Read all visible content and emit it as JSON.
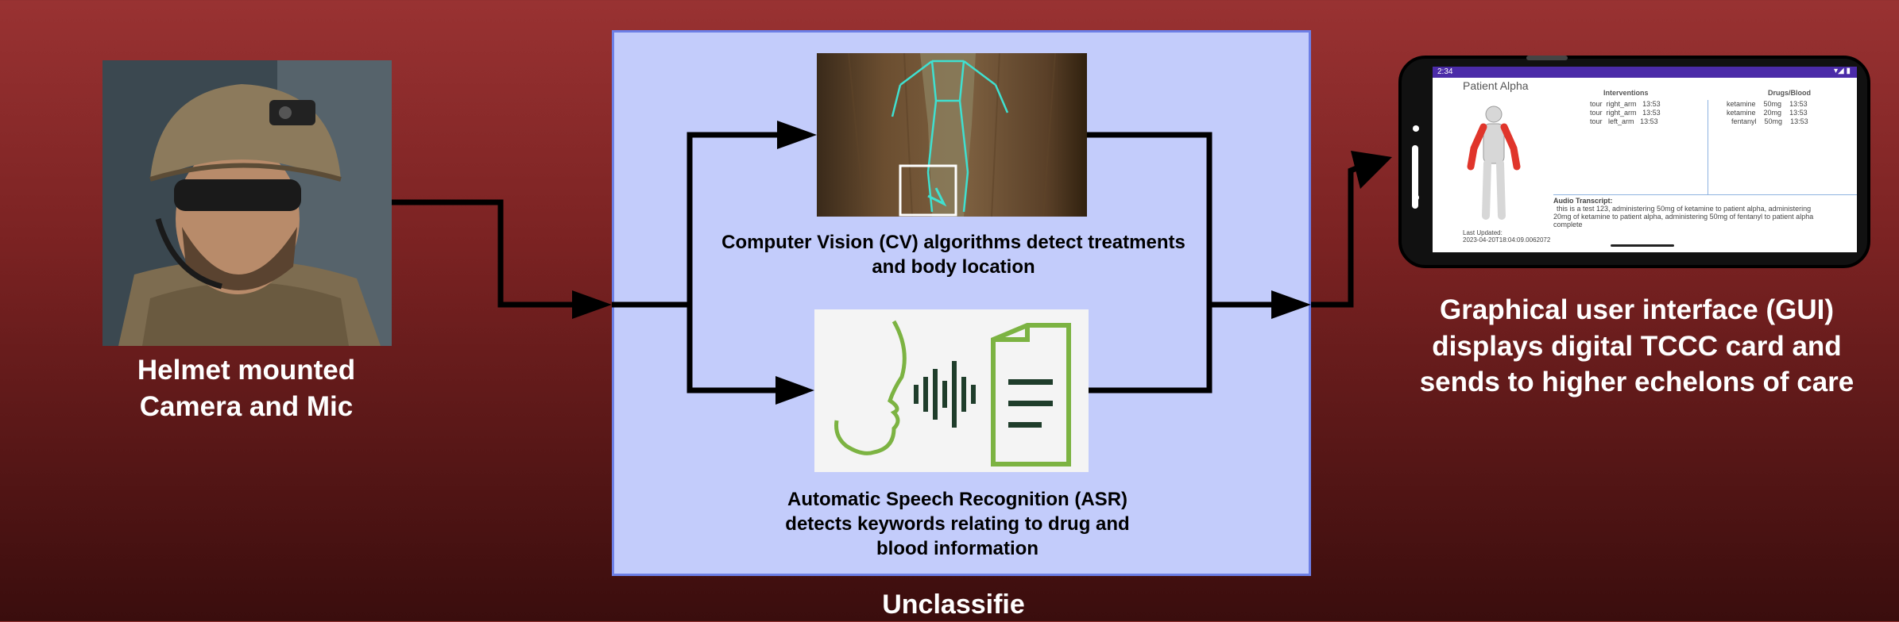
{
  "inputs": {
    "label_line1": "Helmet mounted",
    "label_line2": "Camera and Mic"
  },
  "processing": {
    "cv_label_line1": "Computer Vision (CV) algorithms detect treatments",
    "cv_label_line2": "and body location",
    "asr_label_line1": "Automatic Speech Recognition (ASR)",
    "asr_label_line2": "detects keywords relating to drug and",
    "asr_label_line3": "blood information",
    "classification": "Unclassifie"
  },
  "output": {
    "label_line1": "Graphical user interface (GUI)",
    "label_line2": "displays digital TCCC card and",
    "label_line3": "sends to higher echelons of care"
  },
  "gui": {
    "time": "2:34",
    "patient": "Patient Alpha",
    "interventions_header": "Interventions",
    "drugs_header": "Drugs/Blood",
    "interventions": [
      {
        "type": "tour",
        "location": "right_arm",
        "time": "13:53"
      },
      {
        "type": "tour",
        "location": "right_arm",
        "time": "13:53"
      },
      {
        "type": "tour",
        "location": "left_arm",
        "time": "13:53"
      }
    ],
    "drugs": [
      {
        "name": "ketamine",
        "dose": "50mg",
        "time": "13:53"
      },
      {
        "name": "ketamine",
        "dose": "20mg",
        "time": "13:53"
      },
      {
        "name": "fentanyl",
        "dose": "50mg",
        "time": "13:53"
      }
    ],
    "transcript_header": "Audio Transcript:",
    "transcript_line1": "this is a test 123, administering 50mg of ketamine to patient alpha, administering",
    "transcript_line2": "20mg of ketamine to patient alpha, administering 50mg of fentanyl to patient alpha",
    "transcript_line3": "complete",
    "last_updated_label": "Last Updated:",
    "last_updated_value": "2023-04-20T18:04:09.0062072"
  },
  "colors": {
    "background_top": "#993232",
    "background_bottom": "#3a0d0d",
    "process_box": "#c3ccfb",
    "process_border": "#6d7fe6",
    "gui_status_bar": "#4b2ba8",
    "tourniquet_highlight": "#e0352b",
    "asr_icon_green": "#7cb342",
    "asr_wave_dark": "#1f3d2b"
  }
}
